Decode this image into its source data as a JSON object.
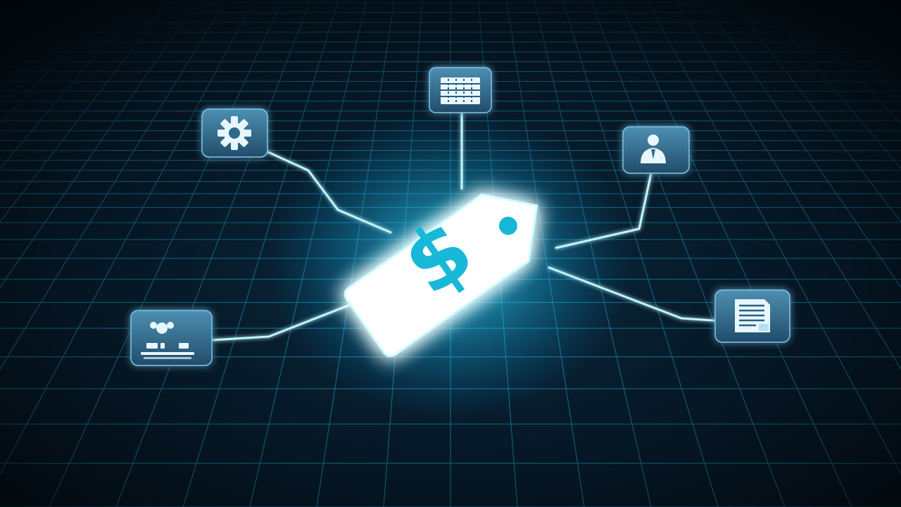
{
  "diagram": {
    "center": {
      "icon": "price-tag-dollar-icon",
      "glyph": "$"
    },
    "nodes": [
      {
        "id": "spreadsheet",
        "icon": "spreadsheet-icon"
      },
      {
        "id": "settings",
        "icon": "gear-icon"
      },
      {
        "id": "user",
        "icon": "user-icon"
      },
      {
        "id": "team",
        "icon": "team-network-icon"
      },
      {
        "id": "invoice",
        "icon": "document-list-icon"
      }
    ],
    "connections": [
      {
        "from": "center",
        "to": "spreadsheet"
      },
      {
        "from": "center",
        "to": "settings"
      },
      {
        "from": "center",
        "to": "user"
      },
      {
        "from": "center",
        "to": "team"
      },
      {
        "from": "center",
        "to": "invoice"
      }
    ]
  },
  "colors": {
    "background": "#020810",
    "grid": "#1c8fb8",
    "glow": "#35e6ff",
    "tile": "#2a5f80",
    "tile_icon": "#e8f6ff",
    "tag_fill": "#ffffff",
    "dollar": "#18b8d8"
  }
}
